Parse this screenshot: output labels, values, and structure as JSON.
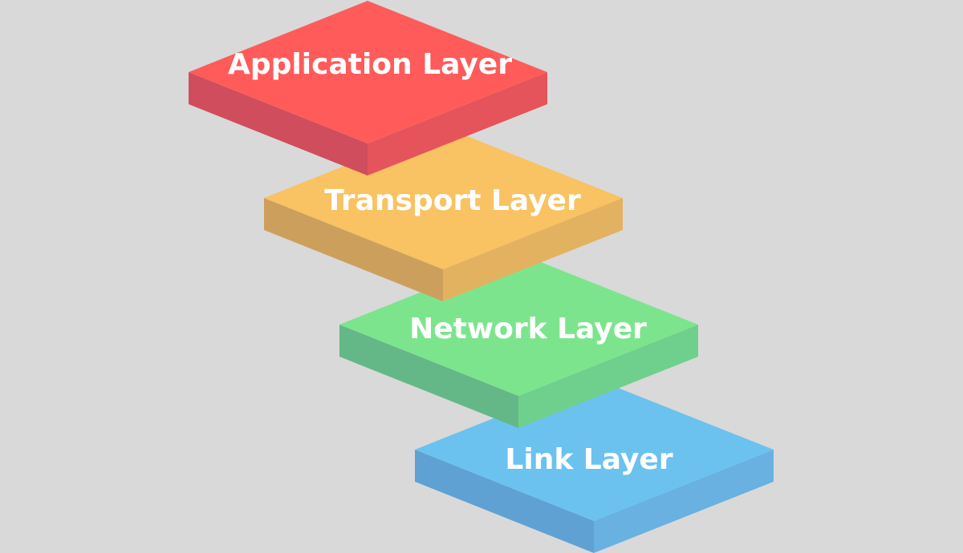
{
  "background": "#d9d9d9",
  "layers": [
    {
      "label": "Application Layer",
      "colors": {
        "top": "#fe5b5a",
        "left": "#cf4d5c",
        "right": "#e4545a"
      }
    },
    {
      "label": "Transport Layer",
      "colors": {
        "top": "#f9c262",
        "left": "#cd9f5d",
        "right": "#e3b260"
      }
    },
    {
      "label": "Network Layer",
      "colors": {
        "top": "#7de48e",
        "left": "#64b887",
        "right": "#6ed08c"
      }
    },
    {
      "label": "Link Layer",
      "colors": {
        "top": "#6cc2ee",
        "left": "#5fa1d3",
        "right": "#68b1e1"
      }
    }
  ]
}
